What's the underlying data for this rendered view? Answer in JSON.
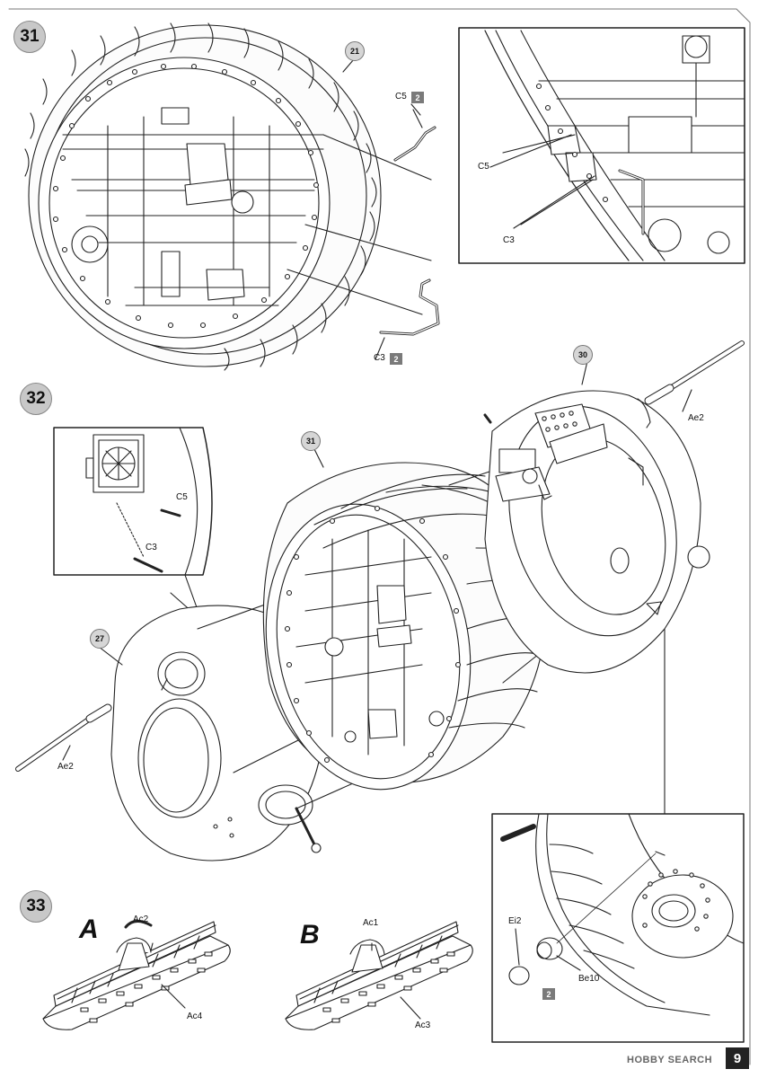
{
  "page_number": "9",
  "watermark": "HOBBY SEARCH",
  "steps": {
    "s31": {
      "number": "31",
      "ref": "21",
      "parts": {
        "c5": "C5",
        "c5_qty": "2",
        "c3": "C3",
        "c3_qty": "2"
      },
      "inset": {
        "c5": "C5",
        "c3": "C3"
      }
    },
    "s32": {
      "number": "32",
      "ref_wheel": "31",
      "ref_shell_left": "27",
      "ref_shell_right": "30",
      "parts": {
        "ae2_left": "Ae2",
        "ae2_right": "Ae2"
      },
      "inset_top": {
        "c5": "C5",
        "c3": "C3"
      },
      "inset_bottom": {
        "ei2": "Ei2",
        "be10": "Be10",
        "qty": "2"
      }
    },
    "s33": {
      "number": "33",
      "a": {
        "letter": "A",
        "top": "Ac2",
        "bottom": "Ac4"
      },
      "b": {
        "letter": "B",
        "top": "Ac1",
        "bottom": "Ac3"
      }
    }
  }
}
